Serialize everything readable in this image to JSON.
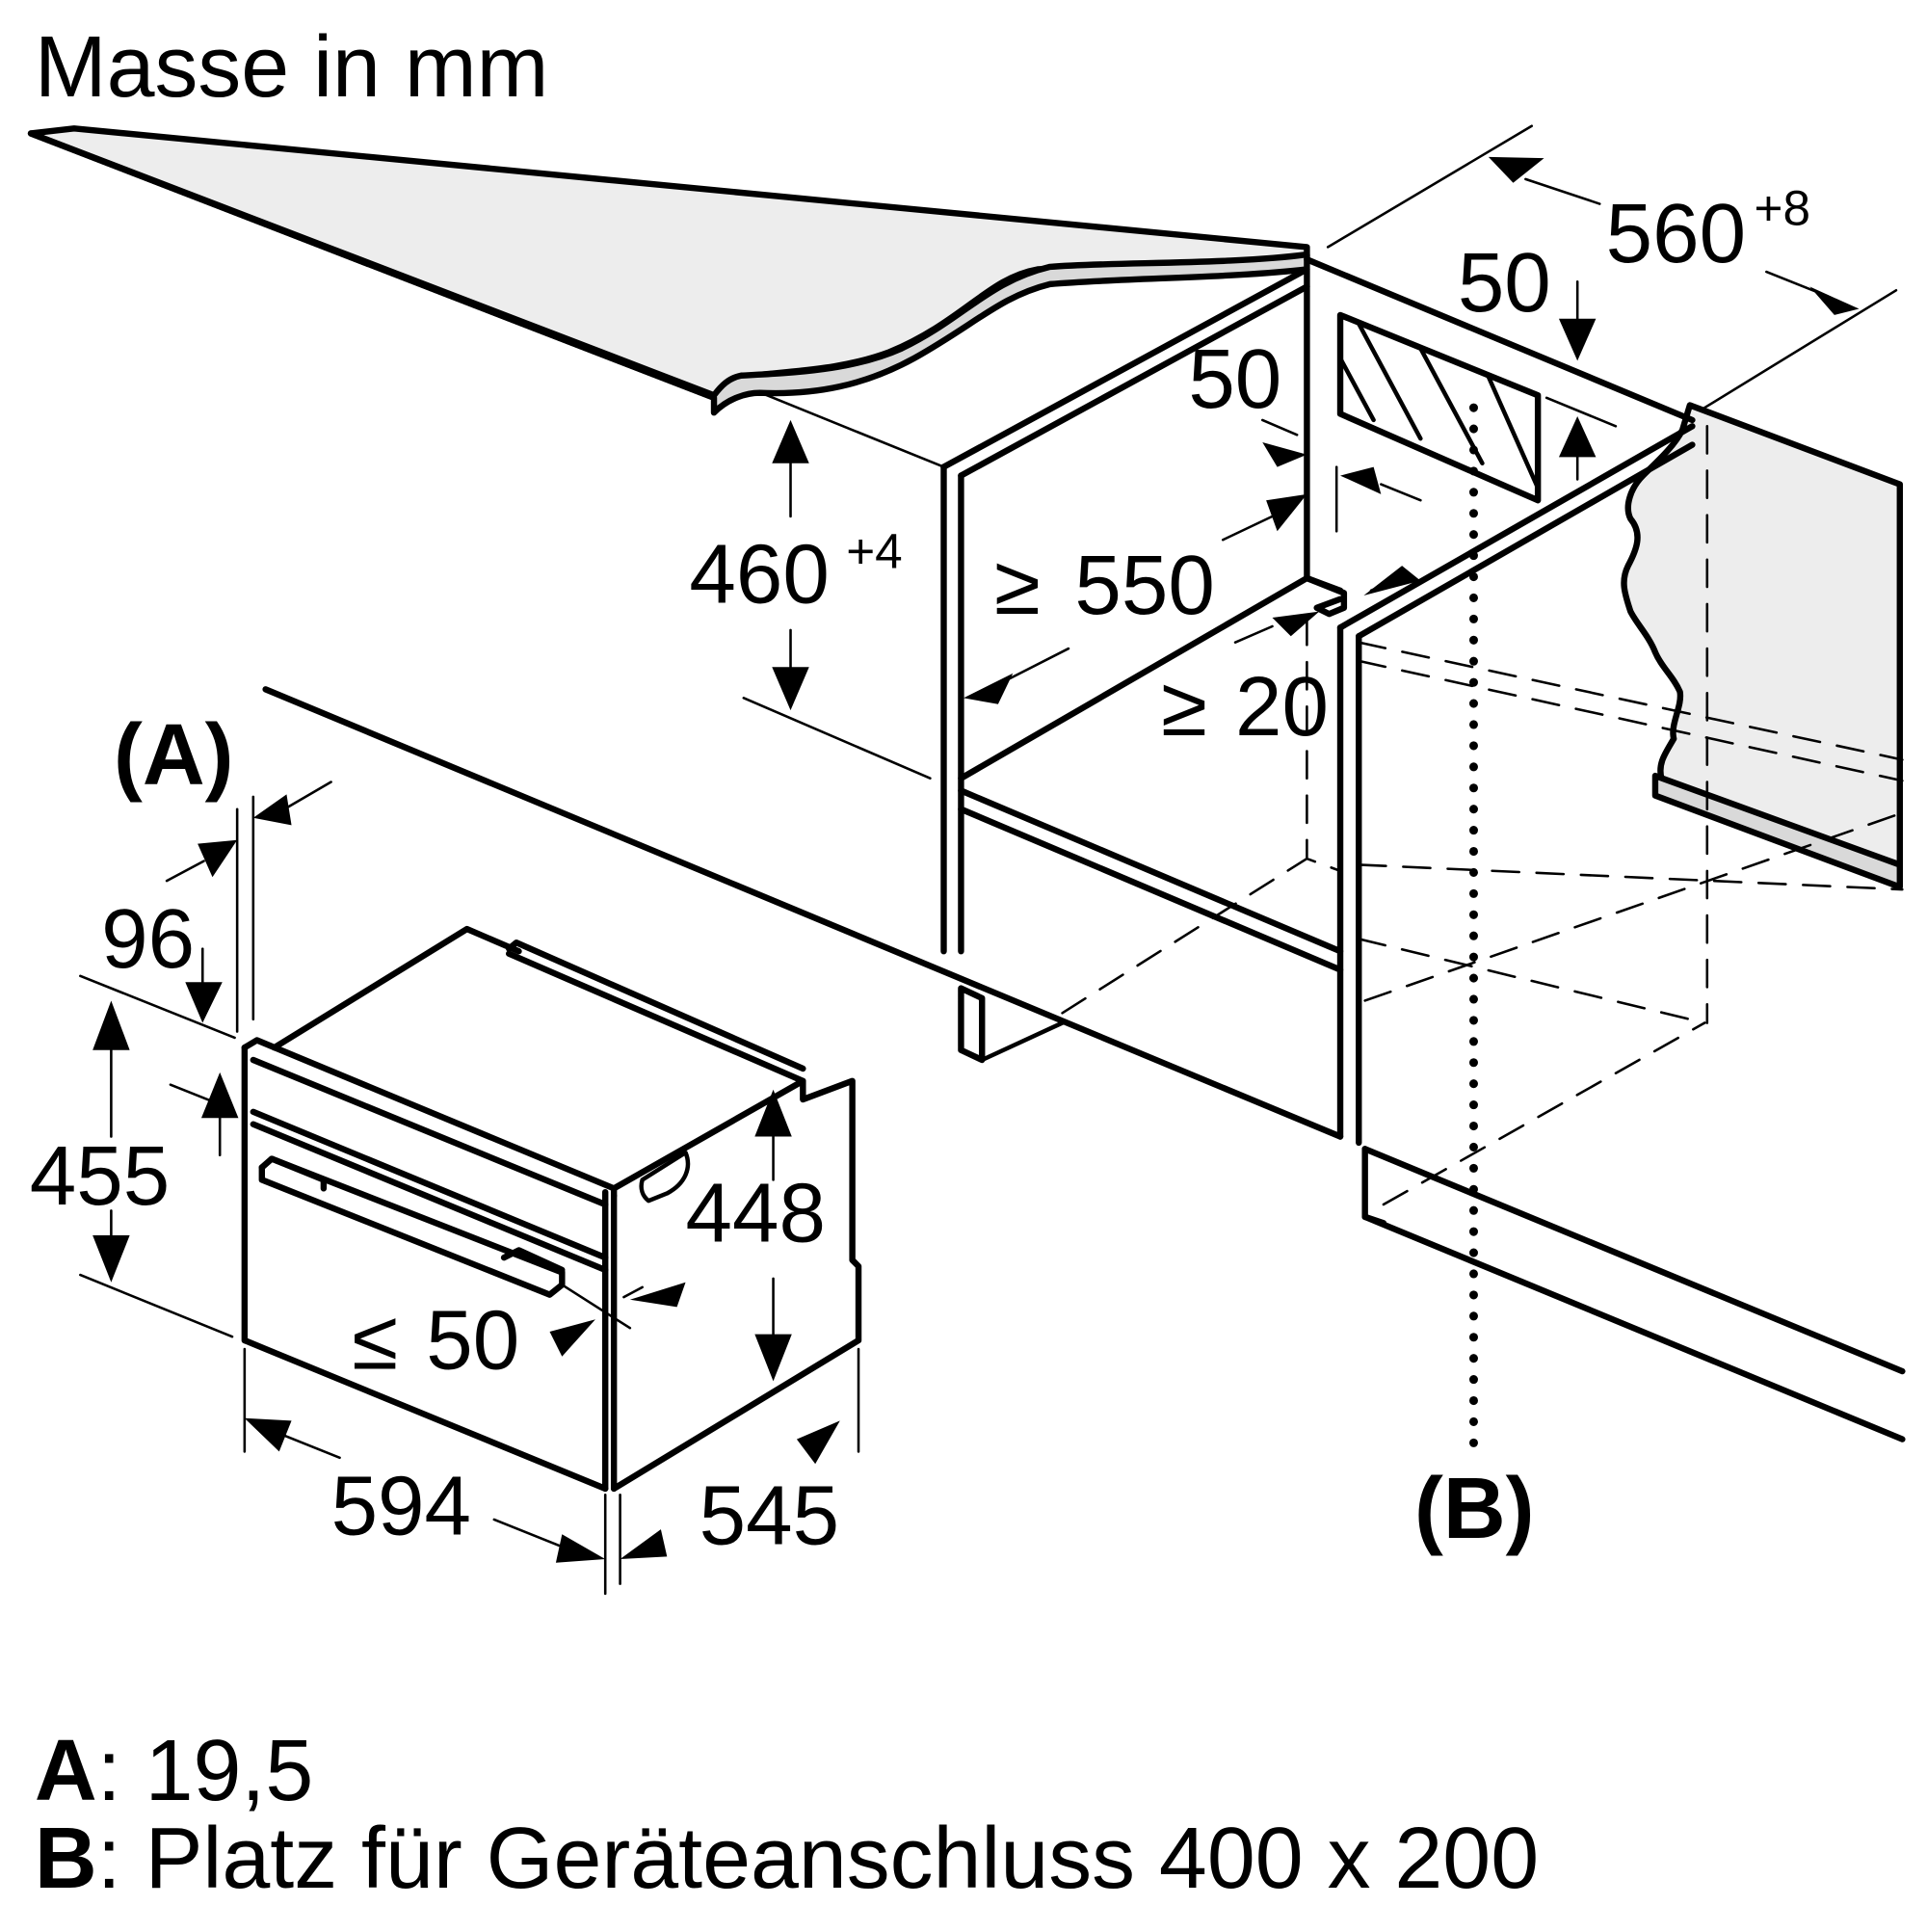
{
  "diagram": {
    "title": "Masse in mm",
    "unit": "mm",
    "colors": {
      "line": "#000000",
      "worktop_surface": "#ededed",
      "worktop_edge": "#d9d9d9",
      "background": "#ffffff"
    },
    "labels": {
      "marker_a": "(A)",
      "marker_b": "(B)"
    },
    "niche_dimensions": {
      "niche_width": {
        "value": "560",
        "tolerance": "+8"
      },
      "niche_height": {
        "value": "460",
        "tolerance": "+4"
      },
      "niche_depth_min": {
        "prefix": "≥",
        "value": "550"
      },
      "rear_vent_gap": {
        "value": "50"
      },
      "top_vent_gap": {
        "value": "50"
      },
      "front_clearance_min": {
        "prefix": "≥",
        "value": "20"
      }
    },
    "appliance_dimensions": {
      "panel_thickness_a": {
        "value": "96"
      },
      "total_height": {
        "value": "455"
      },
      "body_height": {
        "value": "448"
      },
      "door_projection_max": {
        "prefix": "≤",
        "value": "50"
      },
      "width": {
        "value": "594"
      },
      "depth": {
        "value": "545"
      }
    },
    "legend": [
      {
        "key": "A",
        "separator": ":",
        "text": " 19,5"
      },
      {
        "key": "B",
        "separator": ":",
        "text": " Platz für Geräteanschluss 400 x 200"
      }
    ]
  }
}
